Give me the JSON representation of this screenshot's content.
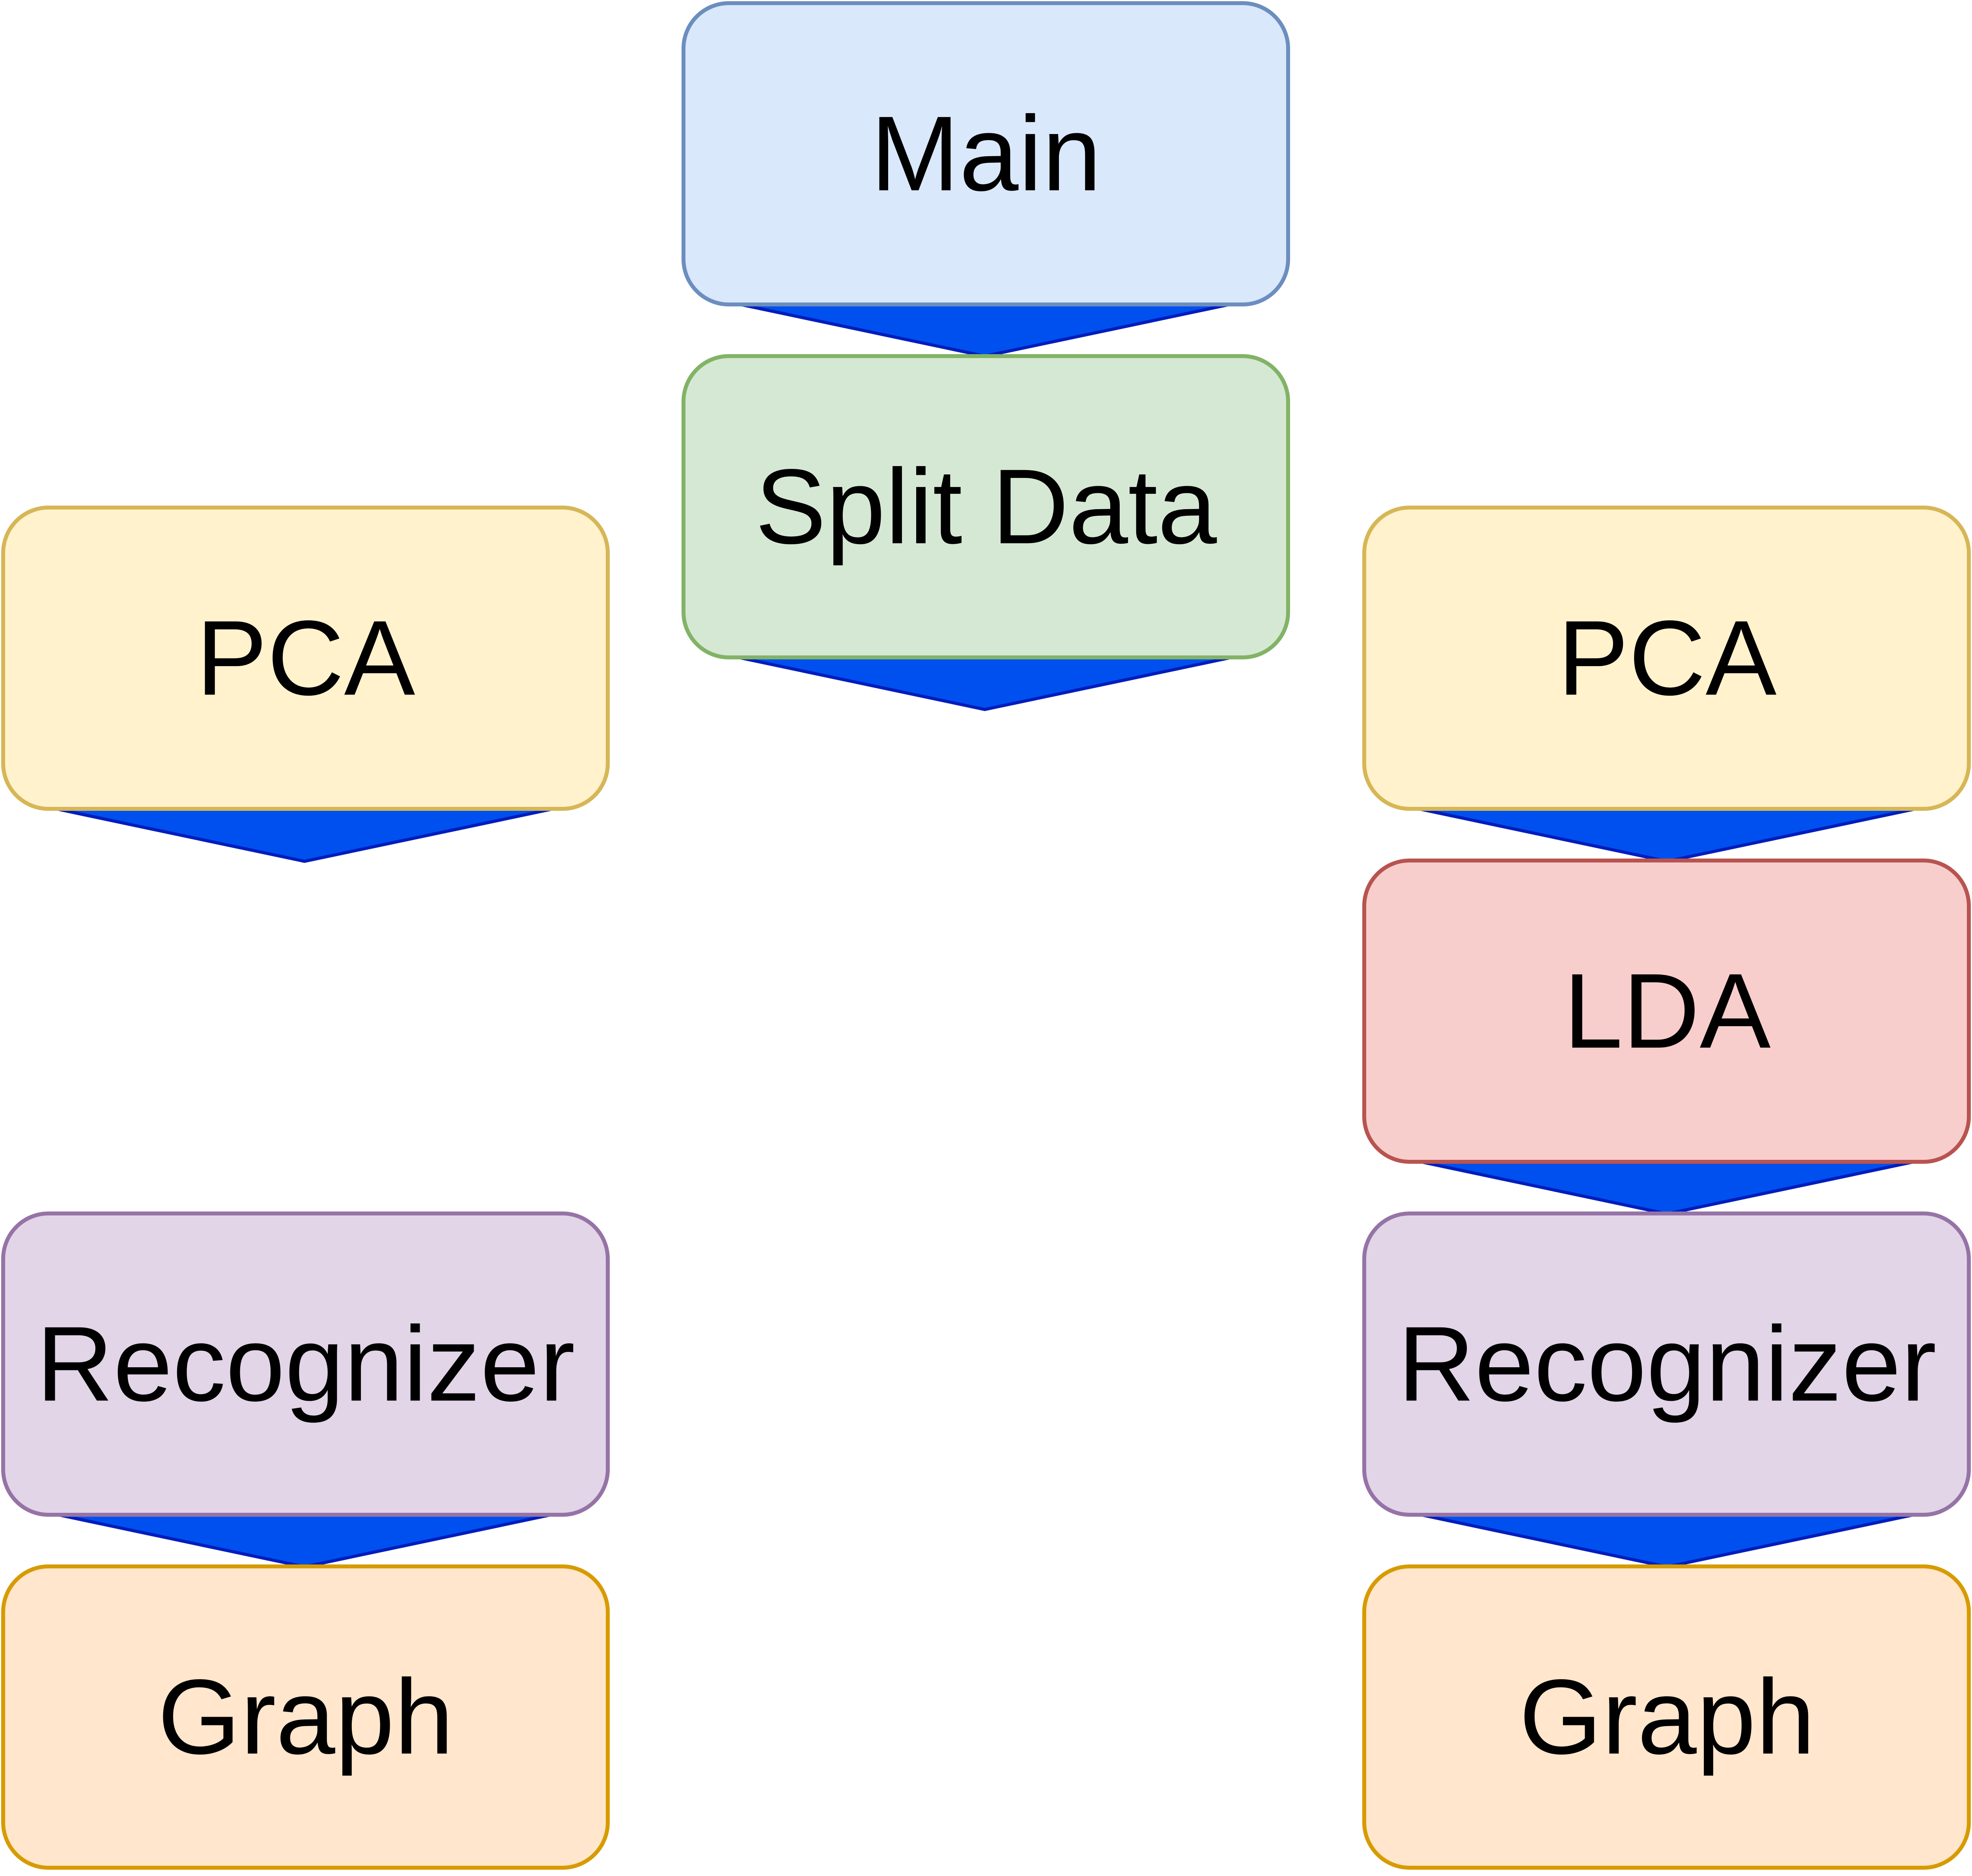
{
  "nodes": {
    "main": {
      "label": "Main",
      "fill": "#dae8fc",
      "stroke": "#6c8ebf"
    },
    "split_data": {
      "label": "Split Data",
      "fill": "#d5e8d4",
      "stroke": "#82b366"
    },
    "pca_left": {
      "label": "PCA",
      "fill": "#fff2cc",
      "stroke": "#d6b656"
    },
    "pca_right": {
      "label": "PCA",
      "fill": "#fff2cc",
      "stroke": "#d6b656"
    },
    "lda": {
      "label": "LDA",
      "fill": "#f8cecc",
      "stroke": "#b85450"
    },
    "recognizer_left": {
      "label": "Recognizer",
      "fill": "#e1d5e7",
      "stroke": "#9673a6"
    },
    "recognizer_right": {
      "label": "Recognizer",
      "fill": "#e1d5e7",
      "stroke": "#9673a6"
    },
    "graph_left": {
      "label": "Graph",
      "fill": "#ffe6cc",
      "stroke": "#d79b00"
    },
    "graph_right": {
      "label": "Graph",
      "fill": "#ffe6cc",
      "stroke": "#d79b00"
    }
  },
  "connector": {
    "fill": "#0050ef",
    "stroke": "#001dbc"
  }
}
